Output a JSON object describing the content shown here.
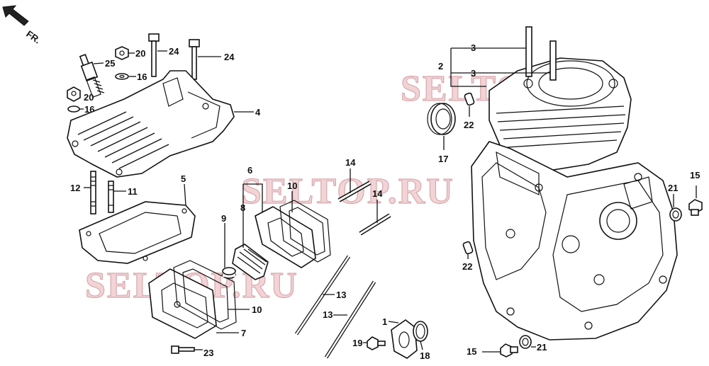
{
  "direction_marker": {
    "label": "FR.",
    "icon": "arrow-up-left-icon"
  },
  "watermarks": [
    "SELTOP.RU",
    "SELTOP.RU",
    "SELTOP.RU"
  ],
  "callouts": {
    "p2": "2",
    "p3a": "3",
    "p3b": "3",
    "p4": "4",
    "p5": "5",
    "p6": "6",
    "p7": "7",
    "p8": "8",
    "p9": "9",
    "p10a": "10",
    "p10b": "10",
    "p11": "11",
    "p12": "12",
    "p13a": "13",
    "p13b": "13",
    "p14a": "14",
    "p14b": "14",
    "p15a": "15",
    "p15b": "15",
    "p16a": "16",
    "p16b": "16",
    "p17": "17",
    "p19": "19",
    "p18": "18",
    "p1": "1",
    "p20a": "20",
    "p20b": "20",
    "p21a": "21",
    "p21b": "21",
    "p22a": "22",
    "p22b": "22",
    "p23": "23",
    "p24a": "24",
    "p24b": "24",
    "p25": "25"
  }
}
